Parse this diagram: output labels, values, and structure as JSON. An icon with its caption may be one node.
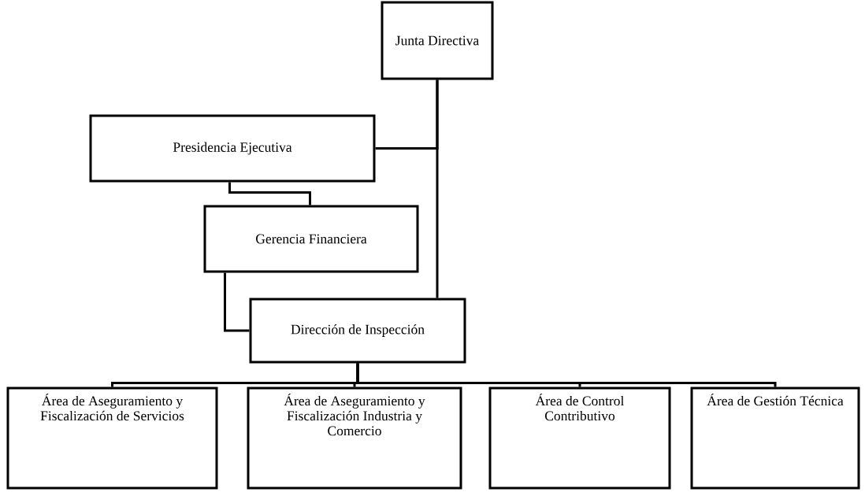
{
  "diagram": {
    "nodes": [
      {
        "text": [
          "Junta Directiva"
        ]
      },
      {
        "text": [
          "Presidencia Ejecutiva"
        ]
      },
      {
        "text": [
          "Gerencia Financiera"
        ]
      },
      {
        "text": [
          "Dirección de Inspección"
        ]
      },
      {
        "text": [
          "Área de Aseguramiento y Fiscalización de Servicios"
        ]
      },
      {
        "text": [
          "Área de Aseguramiento y Fiscalización Industria y Comercio"
        ]
      },
      {
        "text": [
          "Área de Control Contributivo"
        ]
      },
      {
        "text": [
          "Área de Gestión Técnica"
        ]
      }
    ],
    "edges": [
      {
        "from": 0,
        "to": 1,
        "arrow": "none"
      },
      {
        "from": 0,
        "to": 3,
        "arrow": "none"
      },
      {
        "from": 1,
        "to": 2,
        "arrow": "none"
      },
      {
        "from": 2,
        "to": 3,
        "arrow": "none"
      },
      {
        "from": 3,
        "to": 4,
        "arrow": "none"
      },
      {
        "from": 3,
        "to": 5,
        "arrow": "none"
      },
      {
        "from": 3,
        "to": 6,
        "arrow": "none"
      },
      {
        "from": 3,
        "to": 7,
        "arrow": "none"
      }
    ]
  }
}
